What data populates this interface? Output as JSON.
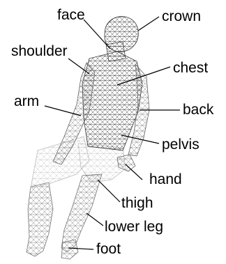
{
  "diagram": {
    "labels": {
      "face": "face",
      "crown": "crown",
      "shoulder": "shoulder",
      "chest": "chest",
      "arm": "arm",
      "back": "back",
      "pelvis": "pelvis",
      "hand": "hand",
      "thigh": "thigh",
      "lower_leg": "lower leg",
      "foot": "foot"
    }
  }
}
